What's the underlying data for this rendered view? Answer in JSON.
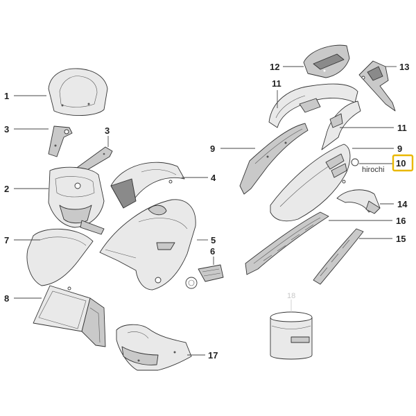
{
  "labels": {
    "l1": "1",
    "l3a": "3",
    "l3b": "3",
    "l2": "2",
    "l4": "4",
    "l7": "7",
    "l5": "5",
    "l6": "6",
    "l8": "8",
    "l17": "17",
    "l12": "12",
    "l13": "13",
    "l11a": "11",
    "l11b": "11",
    "l9a": "9",
    "l9b": "9",
    "l10": "10",
    "l14": "14",
    "l16": "16",
    "l15": "15",
    "l18": "18"
  },
  "watermark": "hirochi",
  "colors": {
    "highlight": "#e9b800",
    "line": "#333333"
  }
}
